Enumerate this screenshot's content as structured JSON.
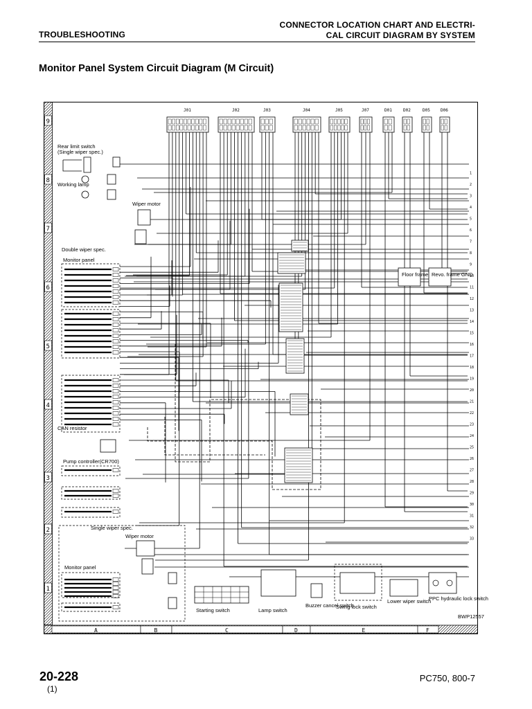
{
  "header": {
    "section": "TROUBLESHOOTING",
    "chapter_line1": "CONNECTOR LOCATION CHART AND ELECTRI-",
    "chapter_line2": "CAL CIRCUIT DIAGRAM BY SYSTEM"
  },
  "title": "Monitor Panel System Circuit Diagram (M Circuit)",
  "diagram": {
    "zones_horizontal": [
      "A",
      "B",
      "C",
      "D",
      "E",
      "F"
    ],
    "zones_vertical": [
      "9",
      "8",
      "7",
      "6",
      "5",
      "4",
      "3",
      "2",
      "1"
    ],
    "connectors_top": [
      "J01",
      "J02",
      "J03",
      "J04",
      "J05",
      "J07",
      "D01",
      "D02",
      "D05",
      "D06"
    ],
    "labels": {
      "rear_limit_switch": "Rear limit switch",
      "single_wiper_spec_paren": "(Single wiper spec.)",
      "working_lamp": "Working lamp",
      "wiper_motor": "Wiper motor",
      "double_wiper_spec": "Double wiper spec.",
      "monitor_panel": "Monitor panel",
      "can_resistor": "CAN resistor",
      "pump_controller": "Pump controller(CR700)",
      "single_wiper_spec": "Single wiper spec.",
      "wiper_motor_2": "Wiper motor",
      "monitor_panel_2": "Monitor panel",
      "starting_switch": "Starting switch",
      "lamp_switch": "Lamp switch",
      "buzzer_cancel_switch": "Buzzer cancel switch",
      "swing_lock_switch": "Swing lock switch",
      "lower_wiper_switch": "Lower wiper switch",
      "ppc_lock_switch": "PPC hydraulic lock switch",
      "floor_frame_gnd": "Floor frame GND",
      "revo_frame_gnd": "Revo. frame GND",
      "drawing_no": "BWP12557"
    }
  },
  "footer": {
    "page": "20-228",
    "sub": "(1)",
    "model": "PC750, 800-7"
  }
}
